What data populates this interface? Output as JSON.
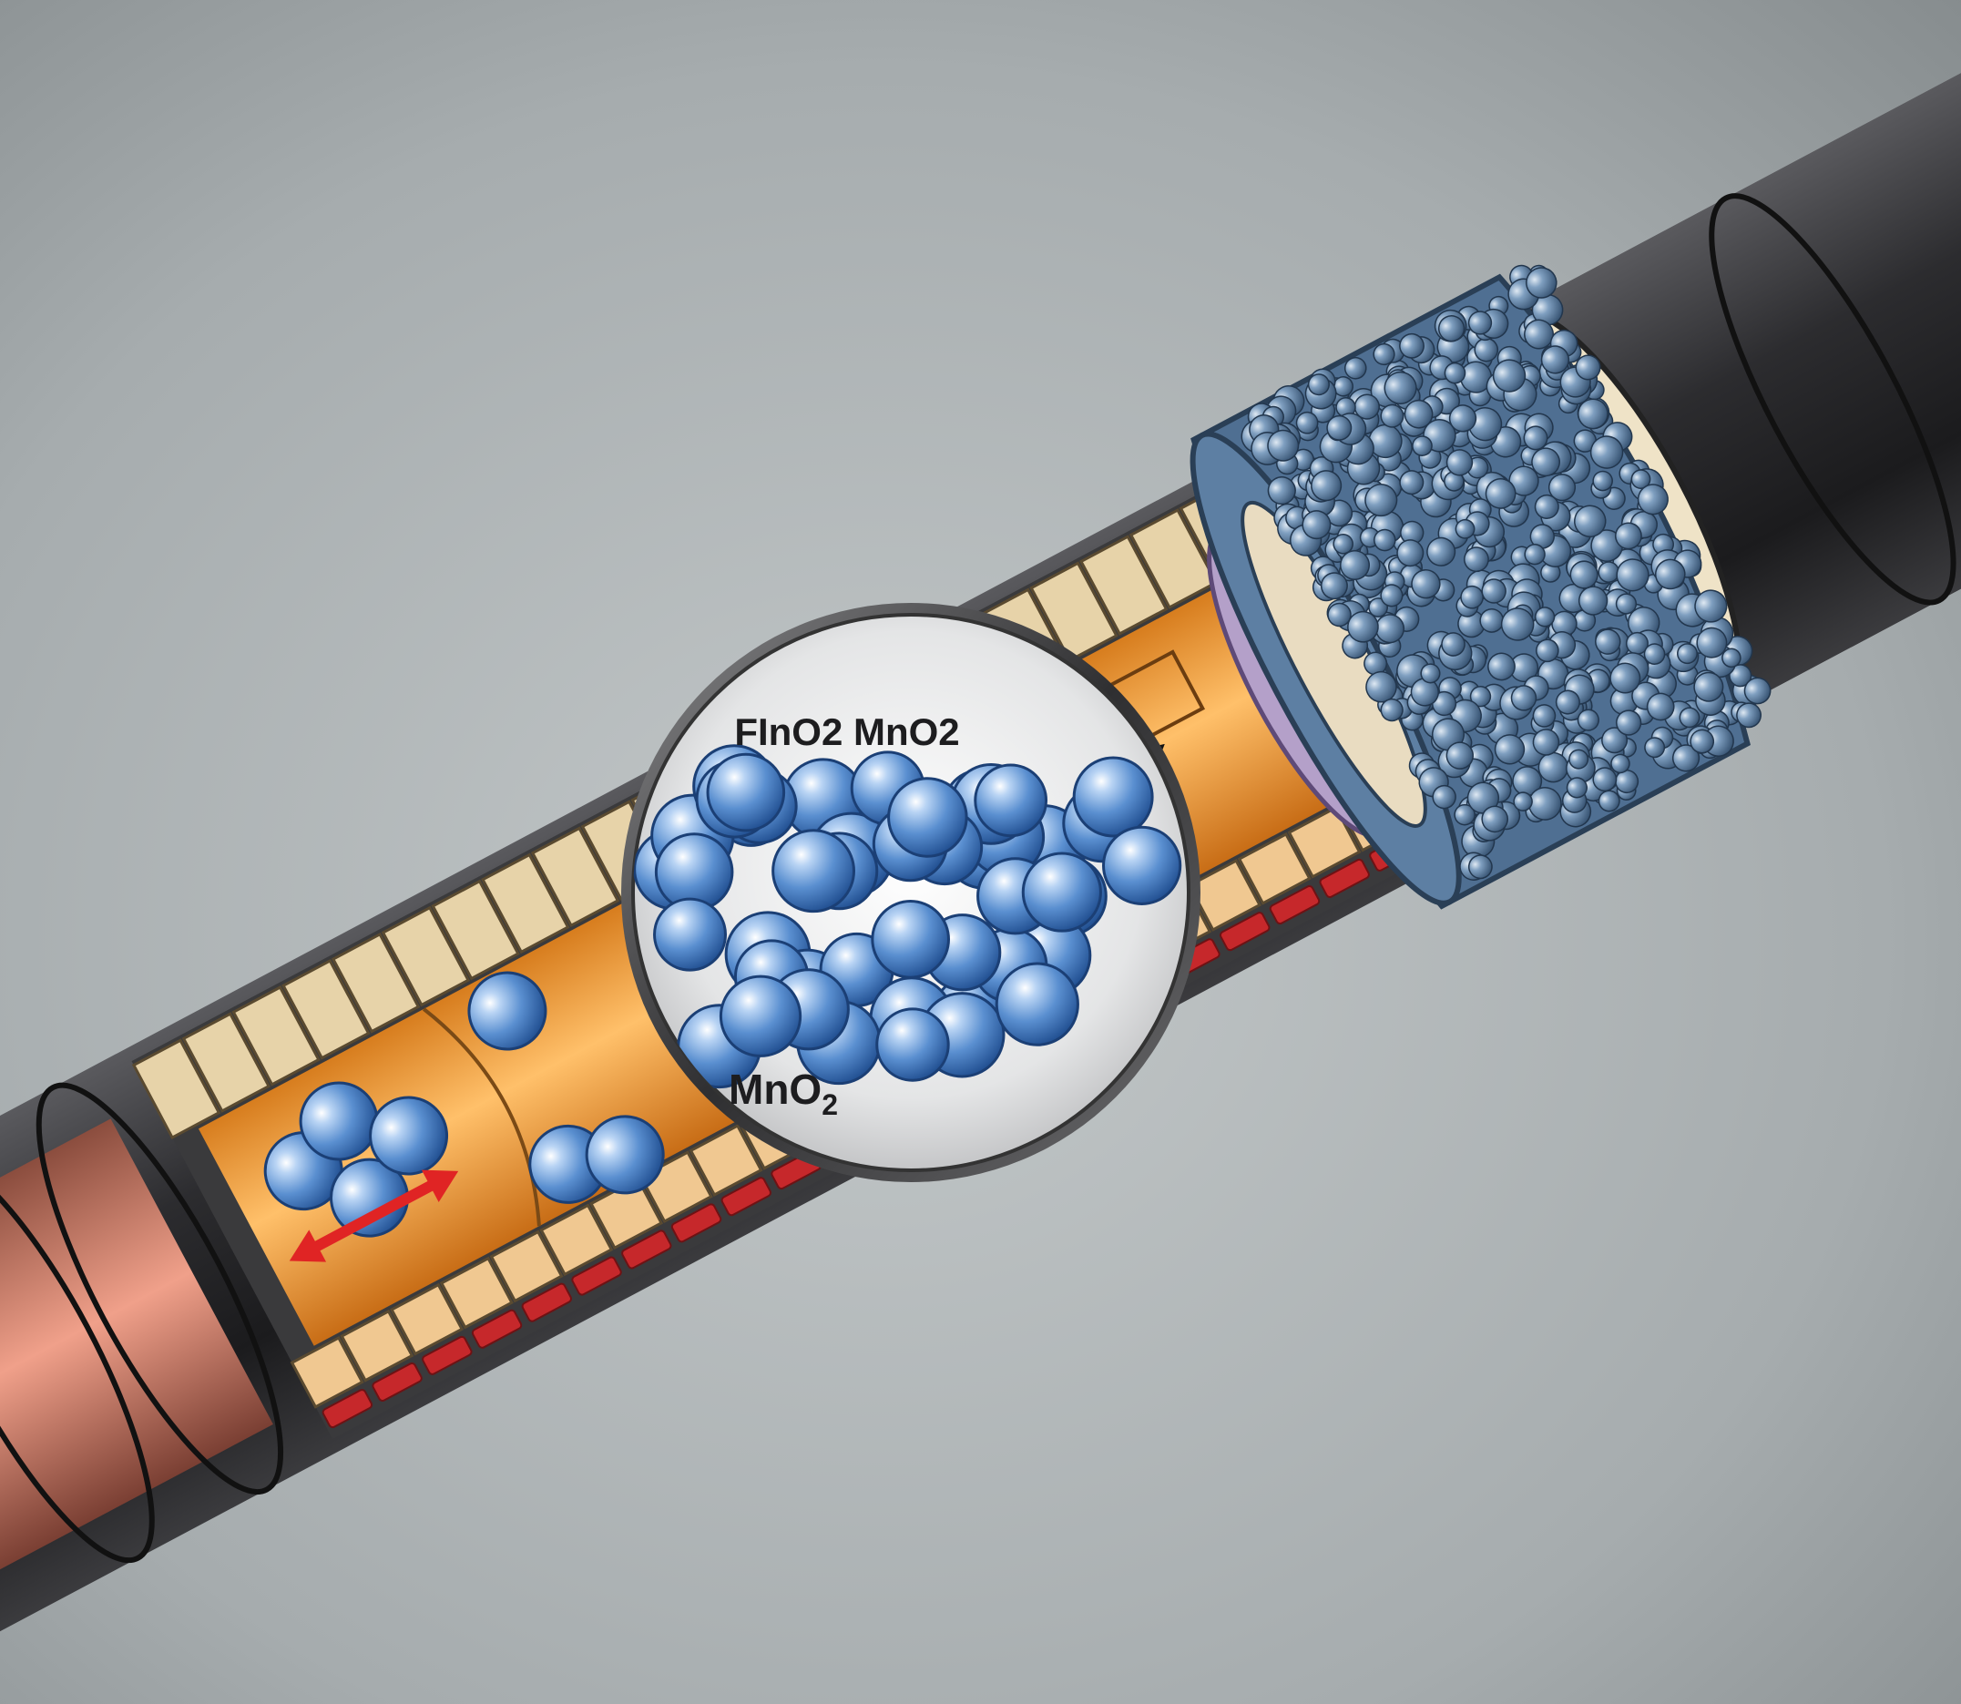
{
  "labels": {
    "top": "FInO2 MnO2",
    "bottom_main": "MnO",
    "bottom_sub": "2"
  },
  "colors": {
    "background_light": "#b9bfc0",
    "background_dark": "#7f8587",
    "outer_sheath": "#2b2b2d",
    "copper_core": "#e8937a",
    "orange_core": "#f19a33",
    "tile": "#e7d3a9",
    "red_band": "#c6282b",
    "sphere": "#5a8fd0",
    "porous_coating": "#6b8fb2",
    "magnifier_bg": "#e6e7e8",
    "red_arrow": "#e02424",
    "black_arrow": "#111111"
  },
  "icons": [
    "double-headed-red-arrow-icon",
    "black-direction-arrow-icon",
    "magnifier-lens-icon"
  ]
}
